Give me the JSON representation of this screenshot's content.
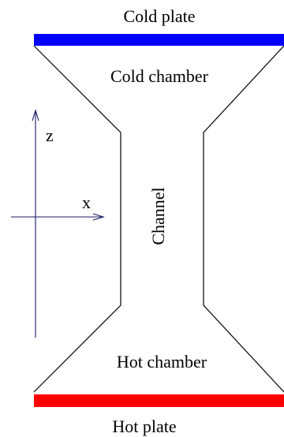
{
  "labels": {
    "cold_plate": "Cold plate",
    "cold_chamber": "Cold chamber",
    "channel": "Channel",
    "hot_chamber": "Hot chamber",
    "hot_plate": "Hot plate"
  },
  "axes": {
    "z": "z",
    "x": "x"
  },
  "colors": {
    "cold_plate": "#0000ff",
    "hot_plate": "#ff0000",
    "outline": "#000000",
    "axis": "#1a1a66"
  }
}
